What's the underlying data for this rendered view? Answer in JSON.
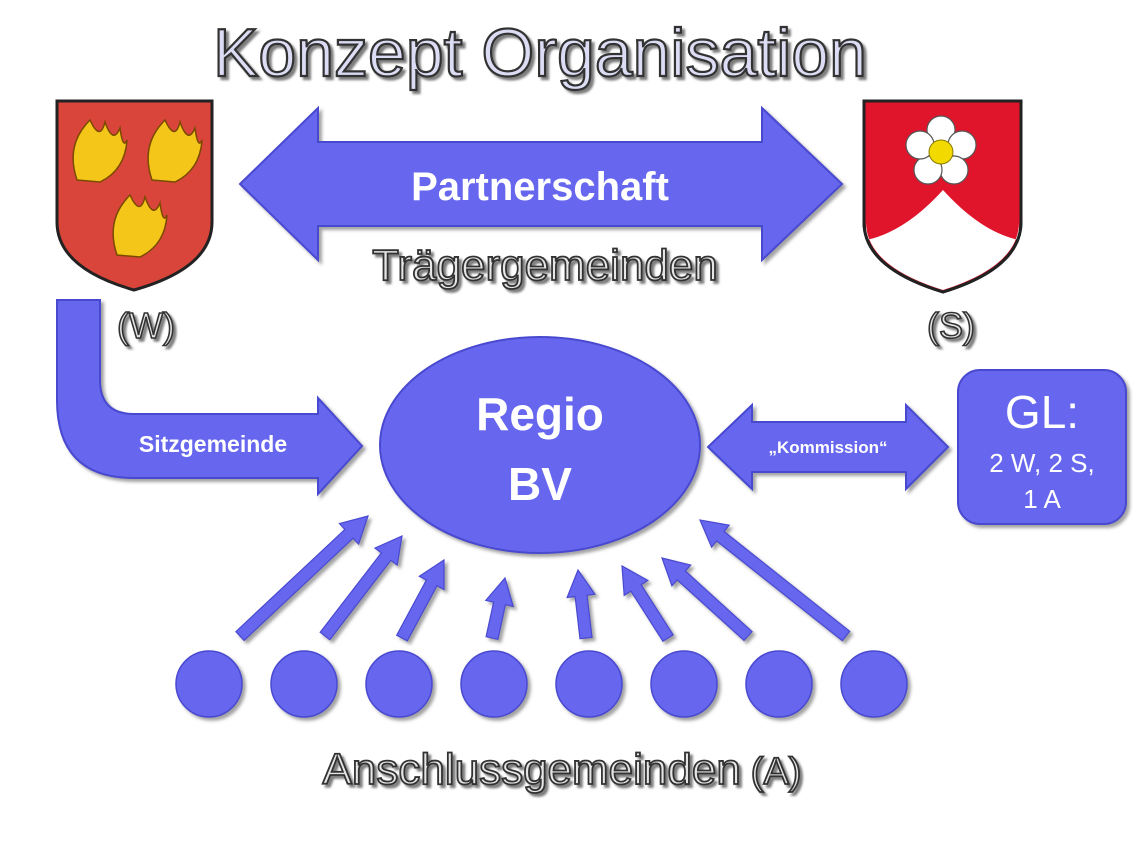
{
  "title": "Konzept Organisation",
  "partnership": {
    "label": "Partnerschaft",
    "sublabel": "Trägergemeinden"
  },
  "crest_left": {
    "label": "(W)",
    "icon": "wings-coat-of-arms"
  },
  "crest_right": {
    "label": "(S)",
    "icon": "rose-coat-of-arms"
  },
  "seat_arrow": {
    "label": "Sitzgemeinde"
  },
  "center": {
    "line1": "Regio",
    "line2": "BV"
  },
  "commission": {
    "label": "„Kommission“"
  },
  "management": {
    "title": "GL:",
    "line1": "2 W, 2 S,",
    "line2": "1 A"
  },
  "members": {
    "label_main": "Anschlussgemeinden",
    "label_suffix": "(A)",
    "count": 8
  },
  "colors": {
    "shape_fill": "#6666ee",
    "shape_stroke": "#4a4ad0",
    "title_fill": "#dcdcf4",
    "text_dark_fill": "#e6e6e6",
    "text_outline": "#3a3a3a",
    "crest_left_bg": "#d9453a",
    "crest_left_wing": "#f4c61a",
    "crest_right_red": "#e0152b",
    "crest_right_white": "#ffffff"
  }
}
